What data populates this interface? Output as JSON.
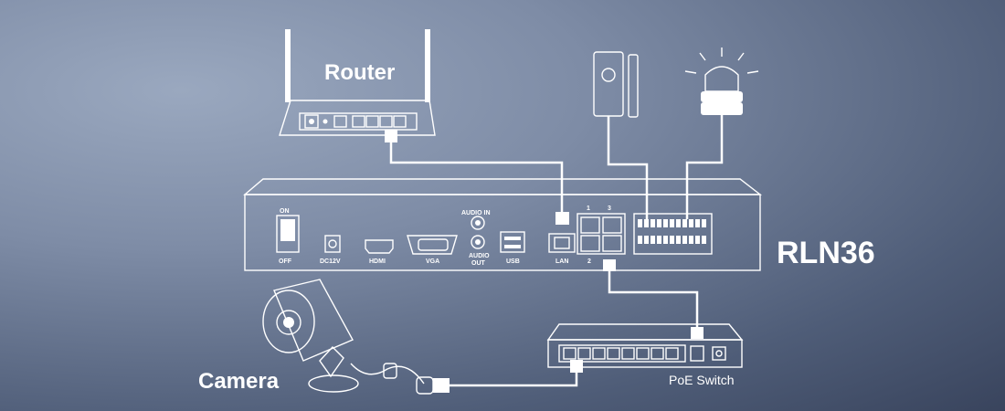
{
  "labels": {
    "router": "Router",
    "nvr": "RLN36",
    "camera": "Camera",
    "poe_switch": "PoE Switch"
  },
  "nvr_ports": {
    "on": "ON",
    "off": "OFF",
    "dc": "DC12V",
    "hdmi": "HDMI",
    "vga": "VGA",
    "audio_in": "AUDIO IN",
    "audio_out_1": "AUDIO",
    "audio_out_2": "OUT",
    "usb": "USB",
    "lan": "LAN",
    "poe_1": "1",
    "poe_3": "3",
    "poe_2": "2"
  },
  "colors": {
    "line": "#ffffff",
    "bg_light": "#9aa8bf",
    "bg_dark": "#39445d"
  }
}
